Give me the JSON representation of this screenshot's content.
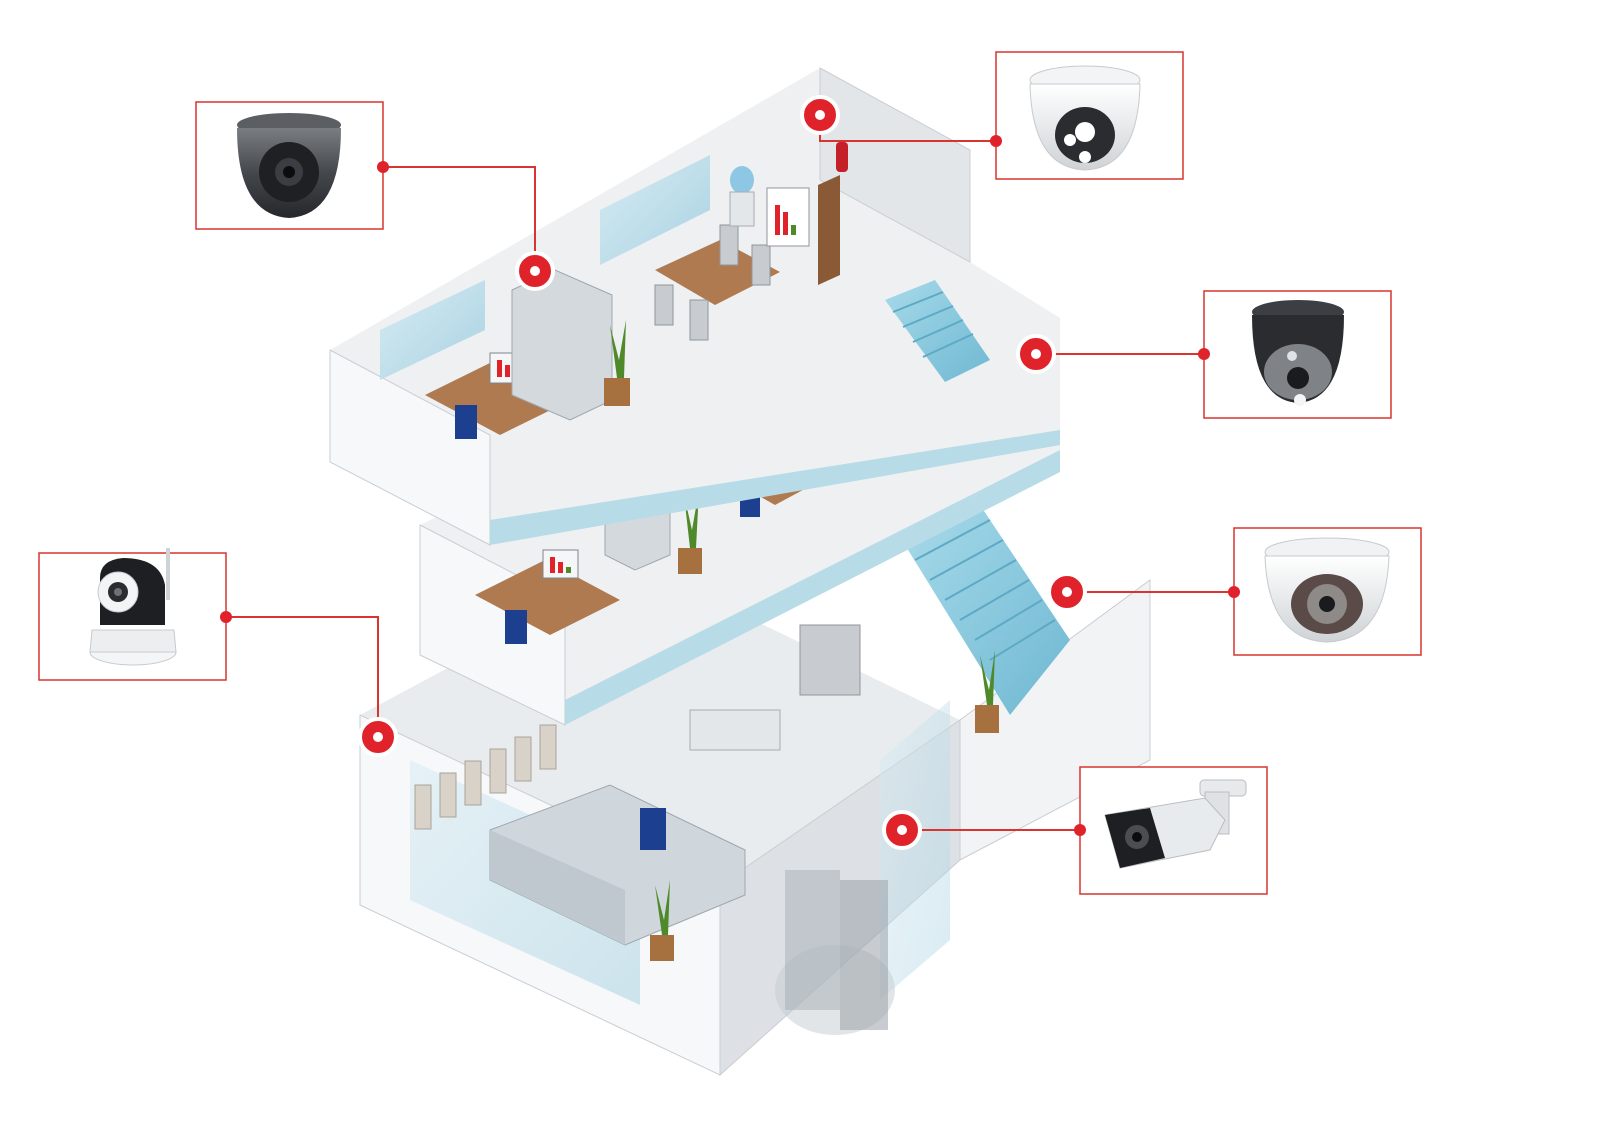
{
  "colors": {
    "accent_red": "#e0232b",
    "callout_border": "#d9342f",
    "wall_light": "#eef0f2",
    "wall_mid": "#d9dde1",
    "wall_shadow": "#b7bec5",
    "glass": "#b8dbe8",
    "stairs": "#8ccbe0",
    "desk_wood": "#b07a50",
    "chair_blue": "#1c3f8f",
    "plant_green": "#4f8a2a",
    "door_brown": "#8a5a36"
  },
  "cameras": [
    {
      "id": "dark-dome-top-left",
      "icon": "dark-dome-camera-icon"
    },
    {
      "id": "white-dome-top-right",
      "icon": "white-dome-camera-icon"
    },
    {
      "id": "black-dome-right",
      "icon": "black-dome-camera-icon"
    },
    {
      "id": "white-ir-dome-right",
      "icon": "white-ir-dome-camera-icon"
    },
    {
      "id": "bullet-bottom-right",
      "icon": "bullet-camera-icon"
    },
    {
      "id": "ptz-wifi-left",
      "icon": "ptz-wifi-camera-icon"
    }
  ]
}
